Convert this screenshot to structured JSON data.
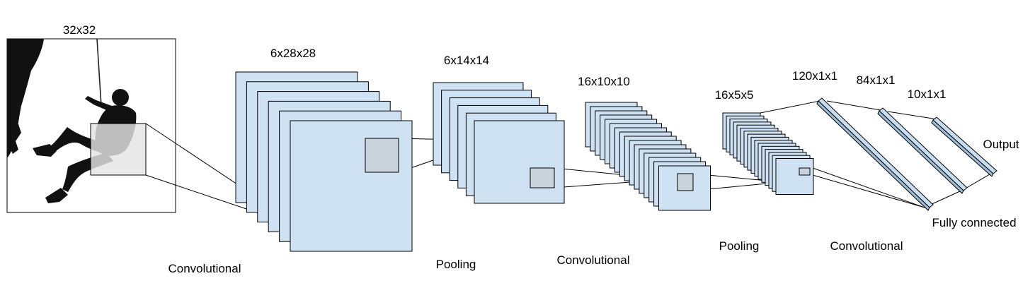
{
  "colors": {
    "map_fill": "#cfe2f3",
    "map_stroke": "#000000",
    "patch_fill": "#c9d3dc",
    "photo_patch_fill": "#e4e4e4",
    "silhouette": "#111111",
    "fc_fill": "#c9ddf0"
  },
  "input": {
    "size_label": "32x32",
    "image": "silhouette-of-rock-climber-on-rope"
  },
  "layers": [
    {
      "id": "conv1",
      "shape_label": "6x28x28",
      "op_label": "Convolutional"
    },
    {
      "id": "pool1",
      "shape_label": "6x14x14",
      "op_label": "Pooling"
    },
    {
      "id": "conv2",
      "shape_label": "16x10x10",
      "op_label": "Convolutional"
    },
    {
      "id": "pool2",
      "shape_label": "16x5x5",
      "op_label": "Pooling"
    },
    {
      "id": "conv3",
      "shape_label": "120x1x1",
      "op_label": "Convolutional"
    },
    {
      "id": "fc1",
      "shape_label": "84x1x1",
      "op_label": ""
    },
    {
      "id": "out",
      "shape_label": "10x1x1",
      "op_label": ""
    }
  ],
  "extra_labels": {
    "fully_connected": "Fully connected",
    "output": "Output"
  }
}
